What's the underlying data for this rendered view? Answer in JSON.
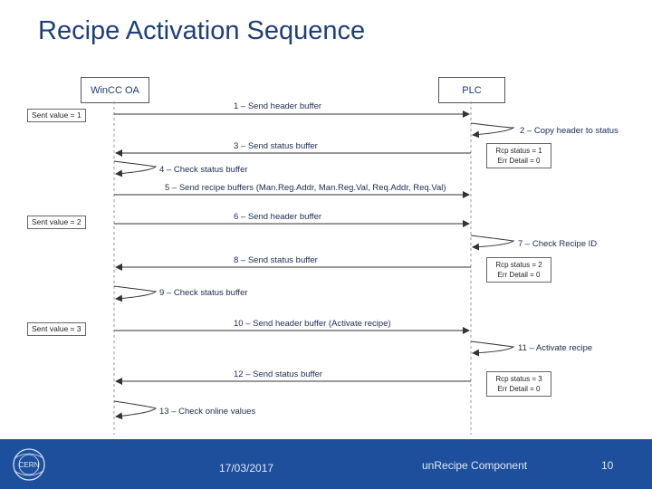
{
  "title": "Recipe Activation Sequence",
  "actors": {
    "left": "WinCC OA",
    "right": "PLC"
  },
  "sent_values": [
    "Sent value = 1",
    "Sent value = 2",
    "Sent value = 3"
  ],
  "statuses": [
    {
      "line1": "Rcp status = 1",
      "line2": "Err Detail = 0"
    },
    {
      "line1": "Rcp status = 2",
      "line2": "Err Detail = 0"
    },
    {
      "line1": "Rcp status = 3",
      "line2": "Err Detail = 0"
    }
  ],
  "messages": [
    "1 – Send header buffer",
    "2 – Copy header to status",
    "3 – Send status buffer",
    "4 – Check status buffer",
    "5 – Send recipe buffers (Man.Reg.Addr, Man.Reg.Val, Req.Addr, Req.Val)",
    "6 – Send header buffer",
    "7 – Check Recipe ID",
    "8 – Send status buffer",
    "9 – Check status buffer",
    "10 – Send header buffer (Activate recipe)",
    "11 – Activate recipe",
    "12 – Send status buffer",
    "13 – Check online values"
  ],
  "footer": {
    "date": "17/03/2017",
    "component": "unRecipe Component",
    "page": "10",
    "logo_text": "CERN"
  },
  "colors": {
    "footer_bg": "#1d4f9c",
    "title": "#1f3f7a"
  }
}
